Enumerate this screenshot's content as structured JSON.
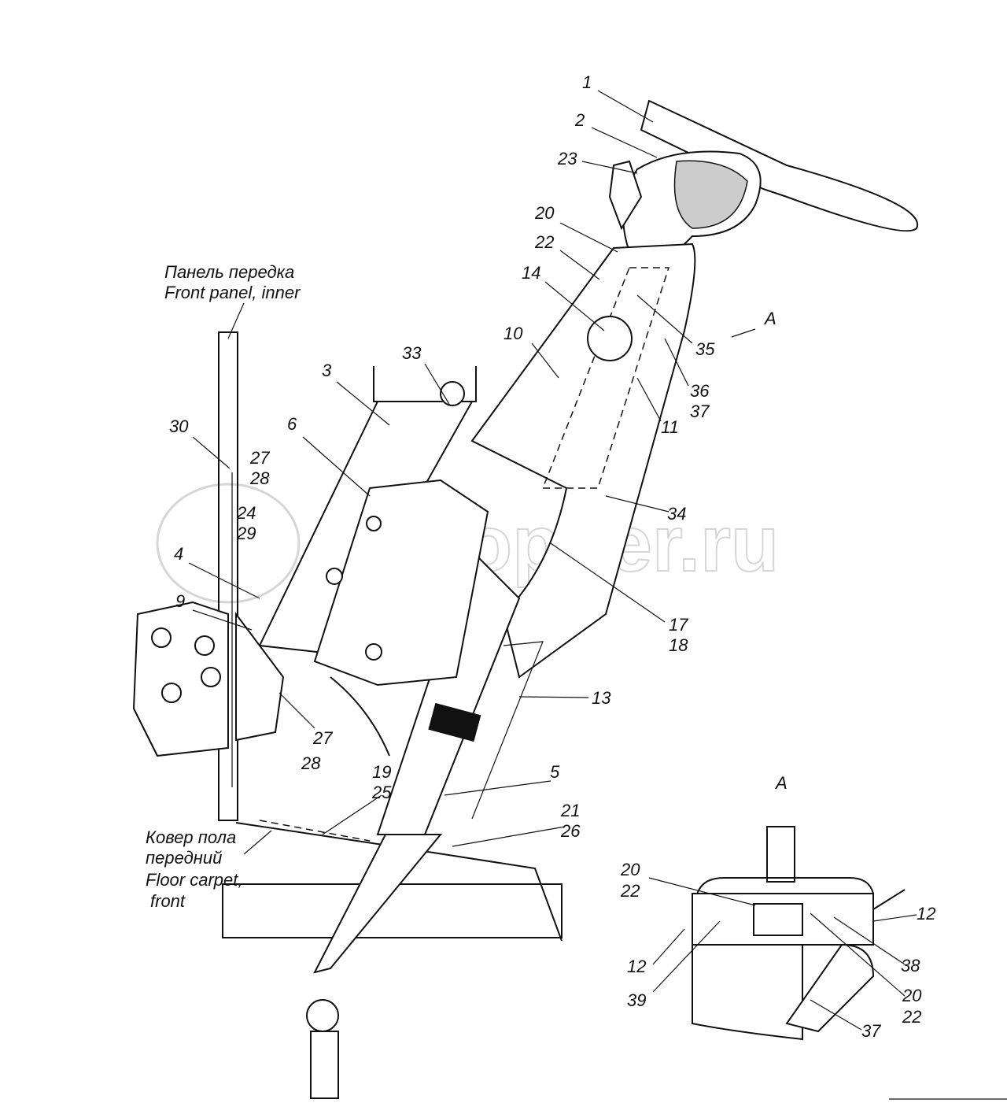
{
  "diagram": {
    "watermark": "autopiter.ru",
    "panel_note": [
      "Панель передка",
      "Front panel, inner"
    ],
    "carpet_note": [
      "Ковер пола",
      "передний",
      "Floor carpet,",
      "front"
    ],
    "view_label": "A",
    "view_title": "A",
    "callouts": [
      "1",
      "2",
      "23",
      "20",
      "22",
      "14",
      "10",
      "35",
      "36",
      "37",
      "11",
      "33",
      "3",
      "6",
      "30",
      "27",
      "28",
      "24",
      "29",
      "4",
      "9",
      "34",
      "17",
      "18",
      "13",
      "27",
      "28",
      "19",
      "25",
      "5",
      "21",
      "26",
      "20",
      "22",
      "12",
      "12",
      "38",
      "39",
      "20",
      "22",
      "37"
    ]
  }
}
